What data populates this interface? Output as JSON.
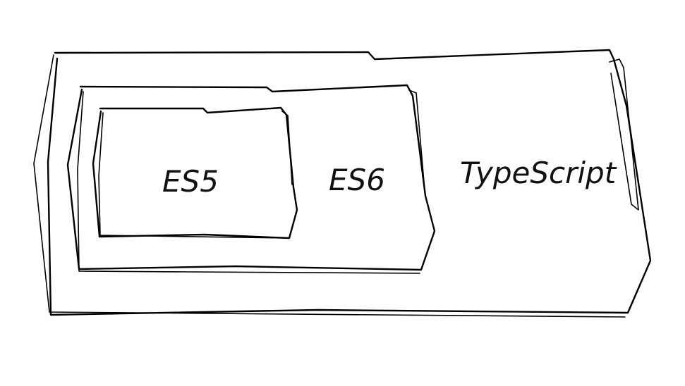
{
  "diagram": {
    "type": "nested-sets",
    "line_color": "#000000",
    "background": "#ffffff",
    "sets": [
      {
        "id": "typescript",
        "label": "TypeScript"
      },
      {
        "id": "es6",
        "label": "ES6"
      },
      {
        "id": "es5",
        "label": "ES5"
      }
    ]
  }
}
